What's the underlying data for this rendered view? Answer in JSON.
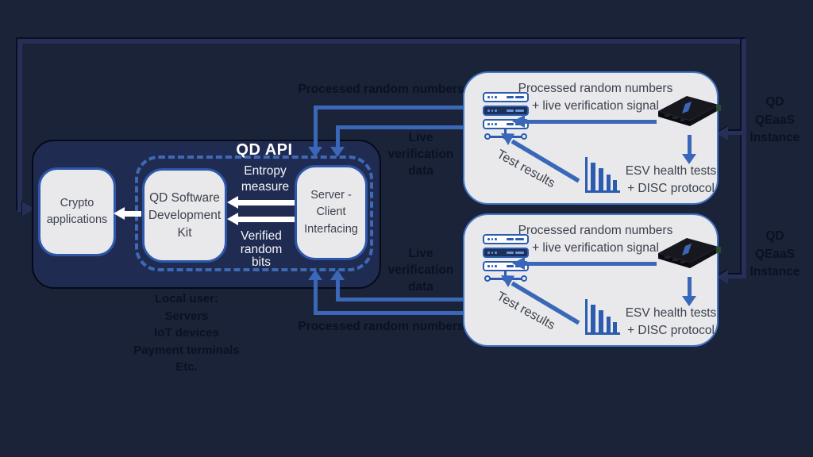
{
  "colors": {
    "bg": "#1a2337",
    "api_navy": "#202b52",
    "panel": "#e9e9ec",
    "accent": "#3a67b7",
    "box_blue": "#2d57a8",
    "dash_blue": "#3d69b5",
    "inst_border": "#4377c7",
    "icon_blue": "#2b5cb0",
    "dark_line": "#272f56",
    "text_dark": "#0b1124",
    "text_gray": "#3c424c",
    "white": "#f5f6f8"
  },
  "icons": {
    "server_stack": "server-stack-icon",
    "device": "qrng-device-image",
    "bar_chart": "descending-bar-chart-icon"
  },
  "qd_api": {
    "title": "QD API",
    "crypto_box": "Crypto applications",
    "sdk_box": "QD Software Development Kit",
    "server_box": "Server - Client Interfacing",
    "entropy_label": "Entropy measure",
    "verified_label": "Verified random bits"
  },
  "local_user": {
    "lines": [
      "Local user:",
      "Servers",
      "IoT devices",
      "Payment terminals",
      "Etc."
    ]
  },
  "flows": {
    "processed_top": "Processed random numbers",
    "live_top": "Live verification data",
    "live_bottom": "Live verification data",
    "processed_bottom": "Processed random numbers"
  },
  "instances": [
    {
      "signal_title": "Processed random numbers",
      "signal_subtitle": "+ live verification signal",
      "test_label": "Test results",
      "esv_line1": "ESV health tests",
      "esv_line2": "+ DISC protocol",
      "side_label_lines": [
        "QD",
        "QEaaS",
        "Instance"
      ]
    },
    {
      "signal_title": "Processed random numbers",
      "signal_subtitle": "+ live verification signal",
      "test_label": "Test results",
      "esv_line1": "ESV health tests",
      "esv_line2": "+ DISC protocol",
      "side_label_lines": [
        "QD",
        "QEaaS",
        "Instance"
      ]
    }
  ]
}
